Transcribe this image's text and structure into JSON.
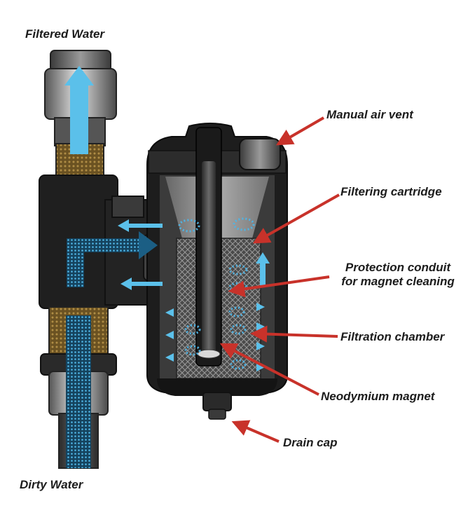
{
  "labels": {
    "filtered_water": "Filtered Water",
    "dirty_water": "Dirty Water",
    "manual_air_vent": "Manual air vent",
    "filtering_cartridge": "Filtering cartridge",
    "protection_conduit_line1": "Protection conduit",
    "protection_conduit_line2": "for magnet cleaning",
    "filtration_chamber": "Filtration chamber",
    "neodymium_magnet": "Neodymium magnet",
    "drain_cap": "Drain cap"
  },
  "colors": {
    "flow_clean": "#5bc0ea",
    "flow_dirty": "#1b4f6e",
    "callout_arrow": "#c8322a",
    "body_dark": "#1d1d1d",
    "brass": "#8a6a2e",
    "label_text": "#1c1c1c"
  }
}
